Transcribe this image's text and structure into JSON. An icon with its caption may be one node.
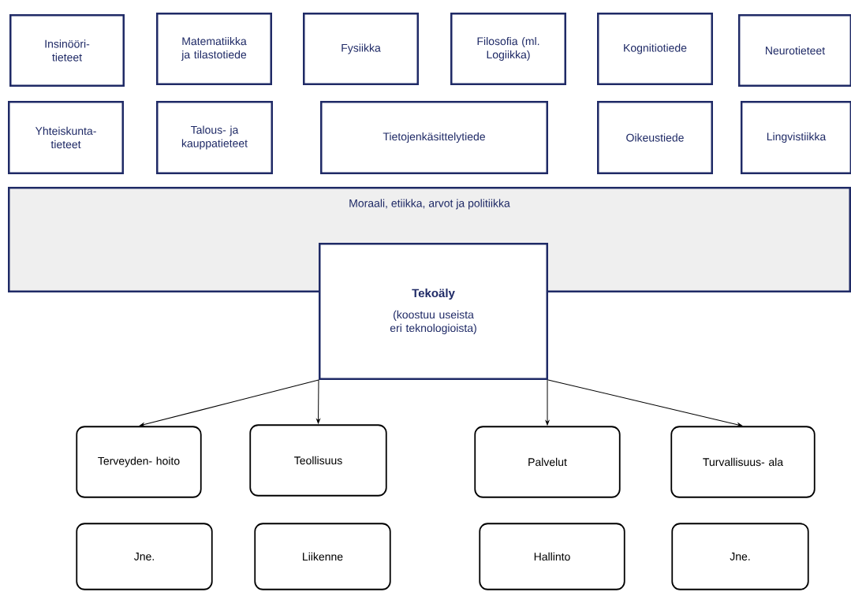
{
  "diagram": {
    "nodes": [
      {
        "text": [
          "Insinööri- tieteet"
        ]
      },
      {
        "text": [
          "Matematiikka ja tilastotiede"
        ]
      },
      {
        "text": [
          "Fysiikka"
        ]
      },
      {
        "text": [
          "Filosofia (ml. Logiikka)"
        ]
      },
      {
        "text": [
          "Kognitiotiede"
        ]
      },
      {
        "text": [
          "Neurotieteet"
        ]
      },
      {
        "text": [
          "Yhteiskunta- tieteet"
        ]
      },
      {
        "text": [
          "Talous- ja kauppatieteet"
        ]
      },
      {
        "text": [
          "Tietojenkäsittelytiede"
        ]
      },
      {
        "text": [
          "Oikeustiede"
        ]
      },
      {
        "text": [
          "Lingvistiikka"
        ]
      },
      {
        "text": [
          "Moraali, etiikka, arvot  ja politiikka"
        ]
      },
      {
        "text": [
          "Tekoäly",
          "(koostuu useista eri teknologioista)"
        ]
      },
      {
        "text": [
          "Terveyden- hoito"
        ]
      },
      {
        "text": [
          "Teollisuus"
        ]
      },
      {
        "text": [
          "Palvelut"
        ]
      },
      {
        "text": [
          "Turvallisuus- ala"
        ]
      },
      {
        "text": [
          "Jne."
        ]
      },
      {
        "text": [
          "Liikenne"
        ]
      },
      {
        "text": [
          "Hallinto"
        ]
      },
      {
        "text": [
          "Jne."
        ]
      }
    ],
    "edges": [
      {
        "from": 12,
        "to": 13,
        "arrow": "to"
      },
      {
        "from": 12,
        "to": 14,
        "arrow": "to"
      },
      {
        "from": 12,
        "to": 15,
        "arrow": "to"
      },
      {
        "from": 12,
        "to": 16,
        "arrow": "to"
      }
    ]
  }
}
